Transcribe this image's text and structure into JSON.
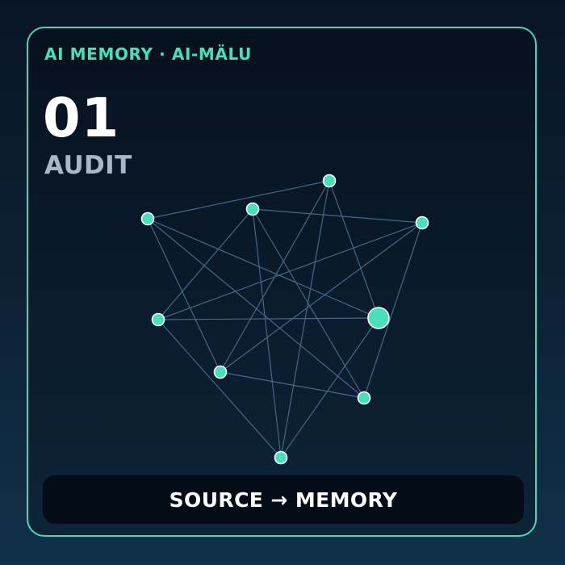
{
  "header": {
    "eyebrow": "AI MEMORY · AI-MÄLU"
  },
  "hero": {
    "number": "01",
    "label": "AUDIT"
  },
  "footer": {
    "label": "SOURCE → MEMORY"
  },
  "colors": {
    "accent": "#49dfbb",
    "border": "#4fd3b5",
    "edge": "#4b6b8d",
    "background": "#0a1a2b",
    "footer_background": "#030c17"
  }
}
